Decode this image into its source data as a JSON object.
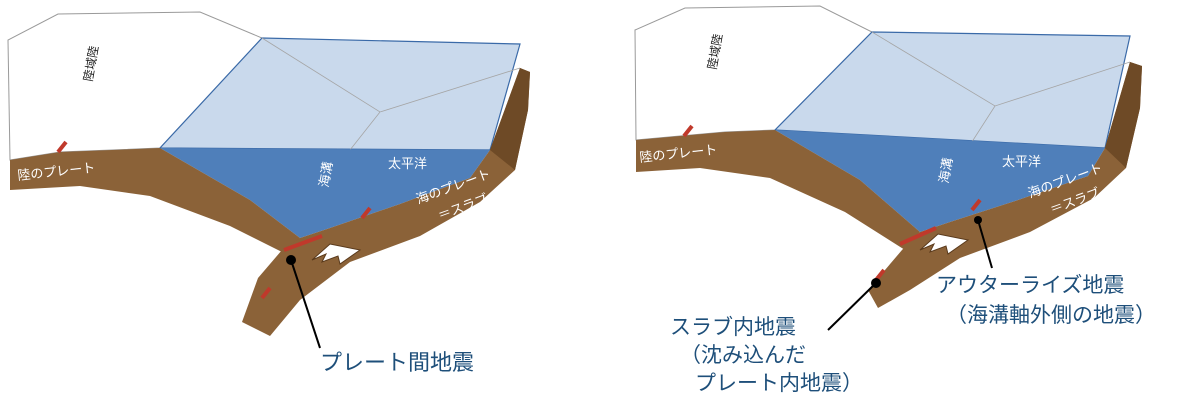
{
  "diagrams": [
    {
      "id": "left",
      "labels": {
        "land_block": "陸域陸",
        "ocean": "太平洋",
        "trench": "海溝",
        "land_plate": "陸のプレート",
        "sea_plate_line1": "海のプレート",
        "sea_plate_line2": "＝スラブ"
      },
      "callout": "プレート間地震"
    },
    {
      "id": "right",
      "labels": {
        "land_block": "陸域陸",
        "ocean": "太平洋",
        "trench": "海溝",
        "land_plate": "陸のプレート",
        "sea_plate_line1": "海のプレート",
        "sea_plate_line2": "＝スラブ"
      },
      "callout_slab_line1": "スラブ内地震",
      "callout_slab_line2": "（沈み込んだ",
      "callout_slab_line3": "プレート内地震）",
      "callout_outer_line1": "アウターライズ地震",
      "callout_outer_line2": "（海溝軸外側の地震）"
    }
  ],
  "colors": {
    "plate": "#8b6238",
    "plate_dark": "#6e4a26",
    "ocean_surface": "#c9d9ec",
    "ocean_water": "#4f7fba",
    "land": "#ffffff",
    "fault": "#c0392b",
    "callout_text": "#1e4f7a"
  }
}
